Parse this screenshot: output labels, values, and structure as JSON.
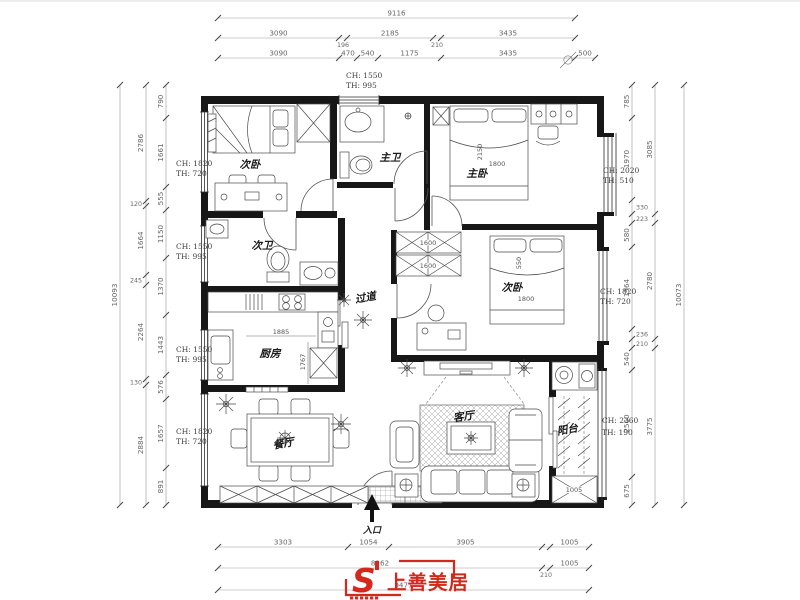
{
  "stamp": {
    "brand": "上善美居",
    "mark": "S",
    "color": "#d4281c"
  },
  "entrance_label": "入口",
  "rooms": {
    "bedroom_left": "次卧",
    "bath_second": "次卫",
    "kitchen": "厨房",
    "dining": "餐厅",
    "bath_master": "主卫",
    "hallway": "过道",
    "bedroom_master": "主卧",
    "bedroom_right": "次卧",
    "living": "客厅",
    "balcony": "阳台"
  },
  "window_specs": {
    "top_center": {
      "ch": "CH: 1550",
      "th": "TH: 995"
    },
    "left_1": {
      "ch": "CH: 1820",
      "th": "TH: 720"
    },
    "left_2": {
      "ch": "CH: 1550",
      "th": "TH: 995"
    },
    "left_3": {
      "ch": "CH: 1550",
      "th": "TH: 995"
    },
    "left_4": {
      "ch": "CH: 1820",
      "th": "TH: 720"
    },
    "right_1": {
      "ch": "CH: 2020",
      "th": "TH: 510"
    },
    "right_2": {
      "ch": "CH: 1820",
      "th": "TH: 720"
    },
    "right_3": {
      "ch": "CH: 2360",
      "th": "TH: 190"
    }
  },
  "dims": {
    "top_total": "9116",
    "top_row2": [
      "3090",
      "196",
      "2185",
      "210",
      "3435"
    ],
    "top_row3": [
      "3090",
      "470",
      "540",
      "1175",
      "3435",
      "500"
    ],
    "bottom_row1": [
      "3303",
      "1054",
      "3905",
      "1005"
    ],
    "bottom_row2": [
      "8262",
      "210",
      "1005"
    ],
    "bottom_total": "9477",
    "left_outer": [
      "2786",
      "120",
      "1664",
      "245",
      "2264",
      "130",
      "2884"
    ],
    "left_inner": [
      "790",
      "1661",
      "555",
      "1150",
      "1370",
      "1443",
      "576",
      "1657",
      "891"
    ],
    "left_total": "10093",
    "right_inner": [
      "785",
      "1970",
      "330",
      "223",
      "580",
      "1964",
      "236",
      "210",
      "540",
      "2560",
      "675"
    ],
    "right_mid": [
      "3085",
      "2780",
      "3775"
    ],
    "right_total": "10073"
  },
  "furniture_dims": {
    "master_bed_length": "2150",
    "master_bed_width": "1800",
    "second_bed_width": "1800",
    "second_bed_head": "550",
    "wardrobe_top": "1600",
    "wardrobe_bottom": "1600",
    "kitchen_width": "1885",
    "kitchen_depth": "1767",
    "balcony_cabinet": "1005"
  }
}
